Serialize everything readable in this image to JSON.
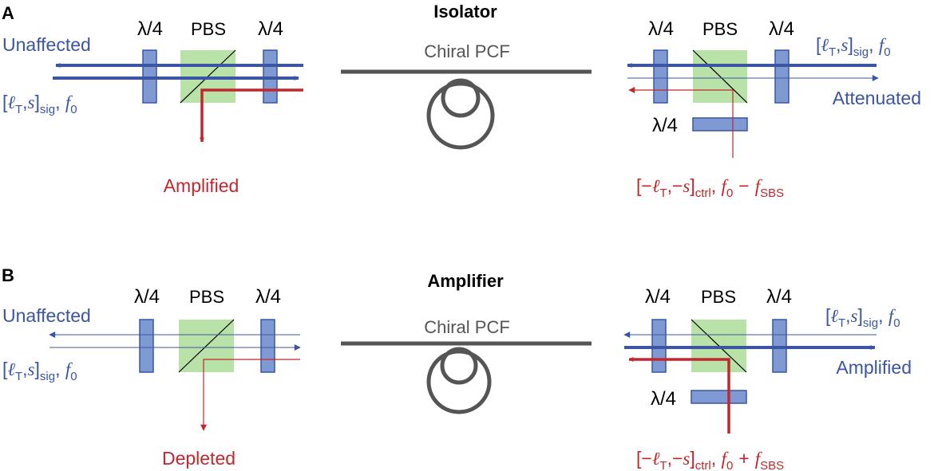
{
  "colors": {
    "signal_blue": "#3b55a3",
    "control_red": "#c3262c",
    "waveplate_fill": "#7f9ad3",
    "waveplate_stroke": "#3b55a3",
    "pbs_fill": "#b9e2a8",
    "fiber_grey": "#555555"
  },
  "panel_a": {
    "letter": "A",
    "title": "Isolator",
    "left": {
      "waveplate_1_label": "λ/4",
      "pbs_label": "PBS",
      "waveplate_2_label": "λ/4",
      "unaffected": "Unaffected",
      "output_label": "Amplified"
    },
    "fiber_label": "Chiral PCF",
    "right": {
      "waveplate_1_label": "λ/4",
      "pbs_label": "PBS",
      "waveplate_2_label": "λ/4",
      "waveplate_3_label": "λ/4",
      "output_label": "Attenuated",
      "ctrl_sign": "−",
      "ctrl_freq_op": "−"
    }
  },
  "panel_b": {
    "letter": "B",
    "title": "Amplifier",
    "left": {
      "waveplate_1_label": "λ/4",
      "pbs_label": "PBS",
      "waveplate_2_label": "λ/4",
      "unaffected": "Unaffected",
      "output_label": "Depleted"
    },
    "fiber_label": "Chiral PCF",
    "right": {
      "waveplate_1_label": "λ/4",
      "pbs_label": "PBS",
      "waveplate_2_label": "λ/4",
      "waveplate_3_label": "λ/4",
      "output_label": "Amplified",
      "ctrl_sign": "−",
      "ctrl_freq_op": "+"
    }
  },
  "notation": {
    "open_bracket": "[",
    "close_bracket": "]",
    "ell": "ℓ",
    "ell_sub": "T",
    "comma": ",",
    "s": "s",
    "sig_sub": "sig",
    "ctrl_sub": "ctrl",
    "sep": ", ",
    "f": "f",
    "f0_sub": "0",
    "fsbs_sub": "SBS",
    "minus": "−"
  }
}
